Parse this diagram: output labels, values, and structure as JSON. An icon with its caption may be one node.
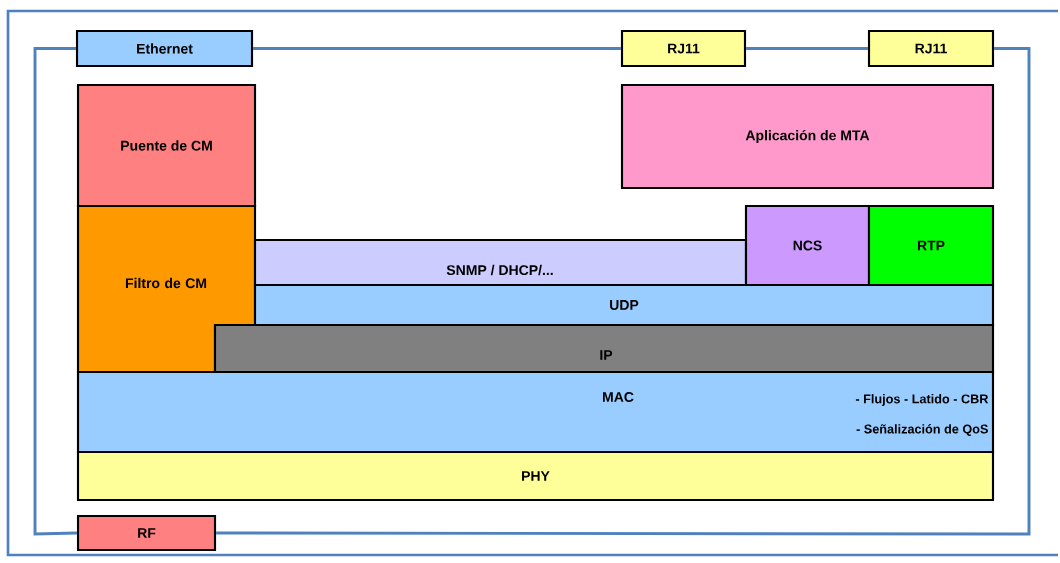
{
  "diagram": {
    "nodes": [
      {
        "text": [
          "Ethernet"
        ]
      },
      {
        "text": [
          "RJ11"
        ]
      },
      {
        "text": [
          "RJ11"
        ]
      },
      {
        "text": [
          "Puente de CM"
        ]
      },
      {
        "text": [
          "Aplicación de MTA"
        ]
      },
      {
        "text": [
          "Filtro de CM"
        ]
      },
      {
        "text": [
          "SNMP / DHCP/..."
        ]
      },
      {
        "text": [
          "NCS"
        ]
      },
      {
        "text": [
          "RTP"
        ]
      },
      {
        "text": [
          "UDP"
        ]
      },
      {
        "text": [
          "IP"
        ]
      },
      {
        "text": [
          "MAC",
          "- Flujos  - Latido  - CBR",
          "- Señalización de QoS"
        ]
      },
      {
        "text": [
          "PHY"
        ]
      },
      {
        "text": [
          "RF"
        ]
      }
    ],
    "edges": [
      {
        "from": 0,
        "to": 1,
        "arrow": "none"
      },
      {
        "from": 1,
        "to": 2,
        "arrow": "none"
      },
      {
        "from": 2,
        "to": 13,
        "arrow": "none"
      },
      {
        "from": 0,
        "to": 13,
        "arrow": "none"
      }
    ]
  }
}
